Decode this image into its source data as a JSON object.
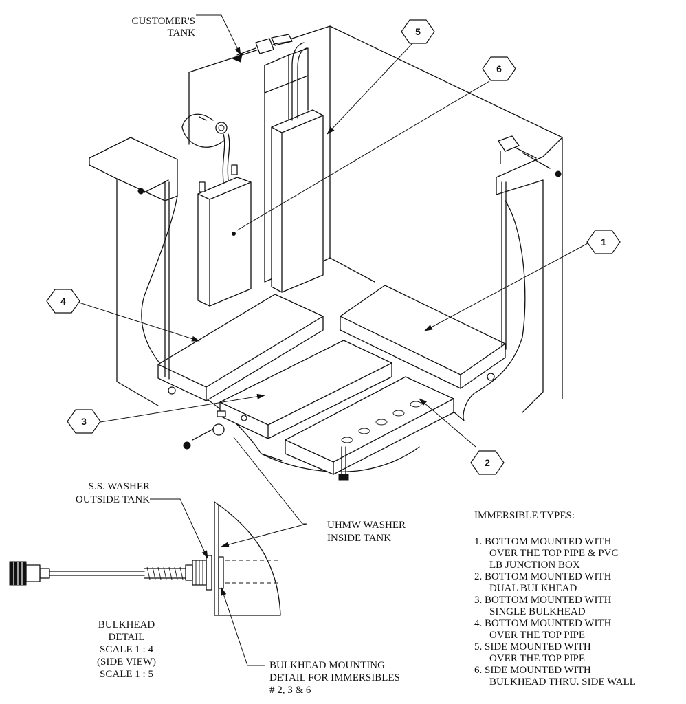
{
  "labels": {
    "customers_tank_line1": "CUSTOMER'S",
    "customers_tank_line2": "TANK",
    "ss_washer_line1": "S.S. WASHER",
    "ss_washer_line2": "OUTSIDE TANK",
    "uhmw_washer_line1": "UHMW WASHER",
    "uhmw_washer_line2": "INSIDE TANK",
    "bulkhead_detail": [
      "BULKHEAD",
      "DETAIL",
      "SCALE 1 : 4",
      "(SIDE VIEW)",
      "SCALE 1 : 5"
    ],
    "mounting_detail": [
      "BULKHEAD MOUNTING",
      "DETAIL FOR IMMERSIBLES",
      "# 2, 3 & 6"
    ]
  },
  "callouts": [
    "1",
    "2",
    "3",
    "4",
    "5",
    "6"
  ],
  "legend": {
    "title": "IMMERSIBLE TYPES:",
    "items": [
      [
        "1. BOTTOM MOUNTED WITH",
        "OVER THE TOP PIPE & PVC",
        "LB JUNCTION BOX"
      ],
      [
        "2. BOTTOM MOUNTED WITH",
        "DUAL BULKHEAD"
      ],
      [
        "3. BOTTOM MOUNTED WITH",
        "SINGLE BULKHEAD"
      ],
      [
        "4. BOTTOM MOUNTED WITH",
        "OVER THE TOP PIPE"
      ],
      [
        "5. SIDE MOUNTED WITH",
        "OVER THE TOP PIPE"
      ],
      [
        "6. SIDE MOUNTED WITH",
        "BULKHEAD THRU. SIDE WALL"
      ]
    ]
  }
}
